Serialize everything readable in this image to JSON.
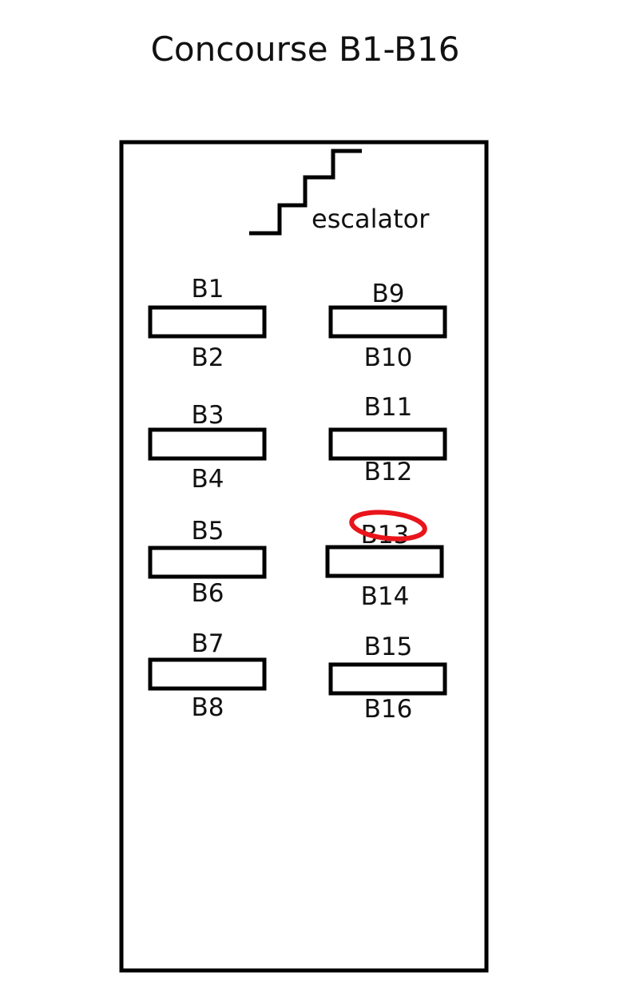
{
  "title": "Concourse B1-B16",
  "escalator_label": "escalator",
  "gates": {
    "B1": "B1",
    "B2": "B2",
    "B3": "B3",
    "B4": "B4",
    "B5": "B5",
    "B6": "B6",
    "B7": "B7",
    "B8": "B8",
    "B9": "B9",
    "B10": "B10",
    "B11": "B11",
    "B12": "B12",
    "B13": "B13",
    "B14": "B14",
    "B15": "B15",
    "B16": "B16"
  },
  "highlighted_gate": "B13",
  "colors": {
    "outline": "#000000",
    "highlight": "#e8151b"
  }
}
